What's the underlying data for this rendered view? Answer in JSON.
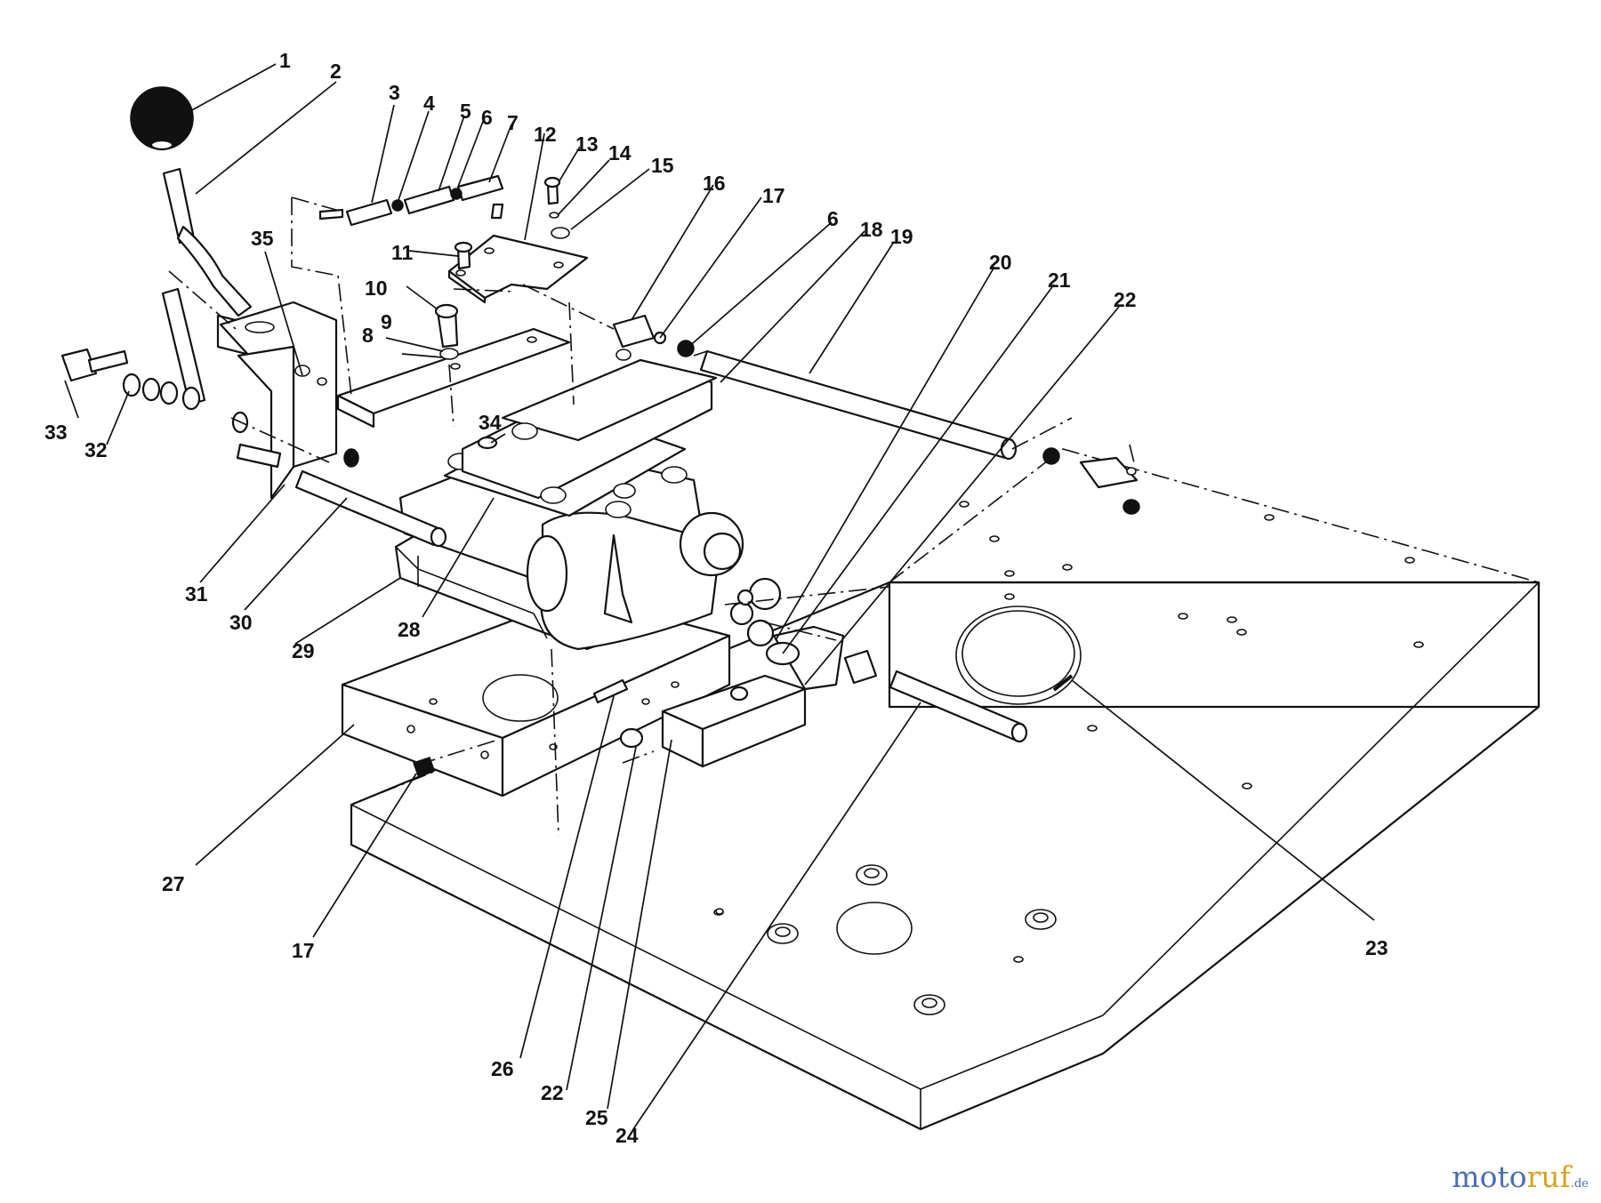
{
  "diagram": {
    "labels": [
      "1",
      "2",
      "3",
      "4",
      "5",
      "6",
      "7",
      "12",
      "13",
      "14",
      "15",
      "16",
      "17",
      "6",
      "18",
      "19",
      "20",
      "21",
      "22",
      "35",
      "11",
      "10",
      "8",
      "9",
      "33",
      "32",
      "34",
      "31",
      "30",
      "29",
      "28",
      "27",
      "17",
      "26",
      "22",
      "25",
      "24",
      "23"
    ]
  },
  "watermark": {
    "part1": "moto",
    "part2": "ruf",
    "part3": ".de"
  },
  "colors": {
    "ink": "#111111",
    "background": "#ffffff",
    "watermark_blue": "#4a6fb0",
    "watermark_gold": "#d9a21e"
  }
}
